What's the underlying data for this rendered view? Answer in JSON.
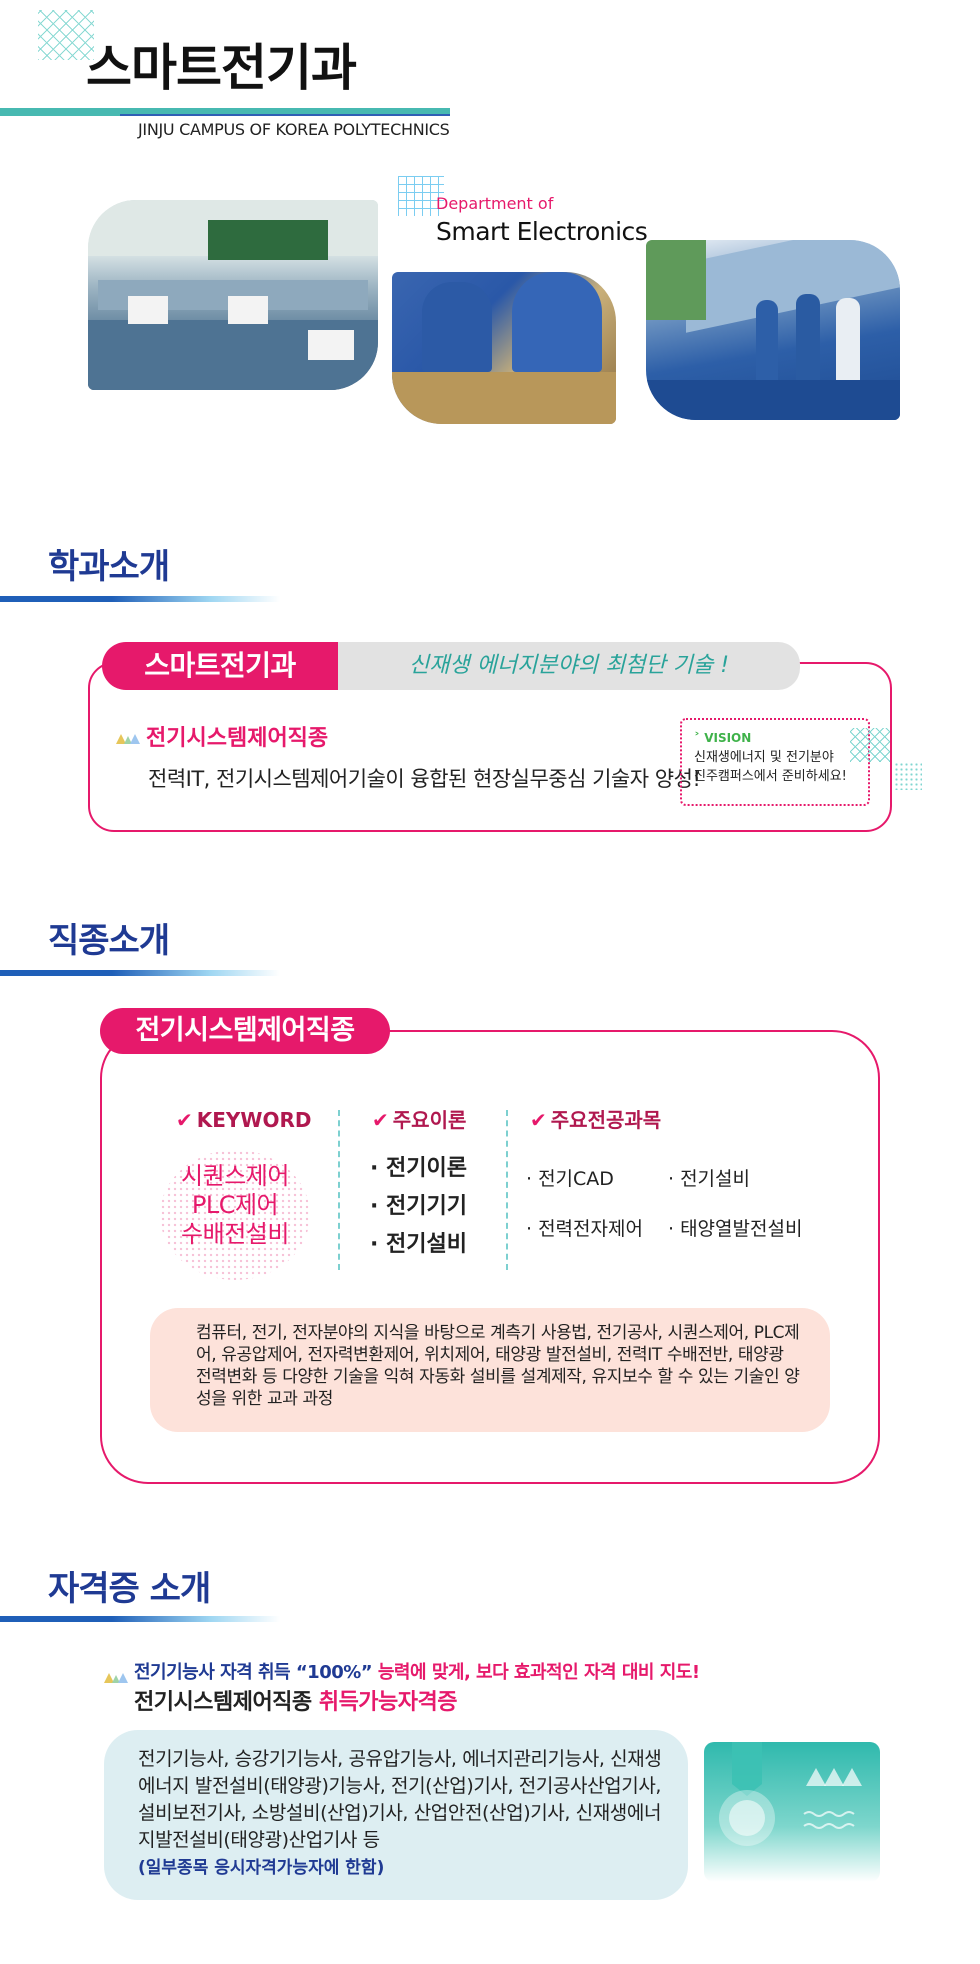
{
  "header": {
    "title": "스마트전기과",
    "subtitle": "JINJU CAMPUS OF KOREA POLYTECHNICS",
    "dept_of": "Department of",
    "dept_name": "Smart Electronics"
  },
  "sections": {
    "intro": {
      "title": "학과소개",
      "tab_name": "스마트전기과",
      "tagline": "신재생 에너지분야의 최첨단 기술 !",
      "job_name": "전기시스템제어직종",
      "job_desc": "전력IT, 전기시스템제어기술이 융합된 현장실무중심 기술자 양성!",
      "vision_label": "VISION",
      "vision_line1": "신재생에너지 및 전기분야",
      "vision_line2": "진주캠퍼스에서 준비하세요!"
    },
    "jobs": {
      "title": "직종소개",
      "tab_name": "전기시스템제어직종",
      "keyword_head": "KEYWORD",
      "keywords": [
        "시퀀스제어",
        "PLC제어",
        "수배전설비"
      ],
      "theory_head": "주요이론",
      "theories": [
        "· 전기이론",
        "· 전기기기",
        "· 전기설비"
      ],
      "major_head": "주요전공과목",
      "majors": [
        "· 전기CAD",
        "· 전기설비",
        "· 전력전자제어",
        "· 태양열발전설비"
      ],
      "description": "컴퓨터, 전기, 전자분야의 지식을 바탕으로 계측기 사용법, 전기공사, 시퀀스제어, PLC제어, 유공압제어, 전자력변환제어, 위치제어, 태양광 발전설비, 전력IT 수배전반, 태양광 전력변화 등 다양한 기술을 익혀 자동화 설비를 설계제작, 유지보수 할 수 있는 기술인 양성을 위한 교과 과정"
    },
    "certs": {
      "title": "자격증 소개",
      "lead_a": "전기기능사 자격 취득 “100%”",
      "lead_b": " 능력에 맞게, 보다 효과적인 자격 대비 지도!",
      "sub_a": "전기시스템제어직종",
      "sub_b": " 취득가능자격증",
      "list": "전기기능사, 승강기기능사, 공유압기능사, 에너지관리기능사, 신재생에너지 발전설비(태양광)기능사, 전기(산업)기사, 전기공사산업기사, 설비보전기사, 소방설비(산업)기사, 산업안전(산업)기사, 신재생에너지발전설비(태양광)산업기사 등",
      "note": "(일부종목 응시자격가능자에 한함)"
    }
  },
  "colors": {
    "accent_pink": "#e6196b",
    "navy": "#1f3a93",
    "teal": "#47b9b1"
  }
}
